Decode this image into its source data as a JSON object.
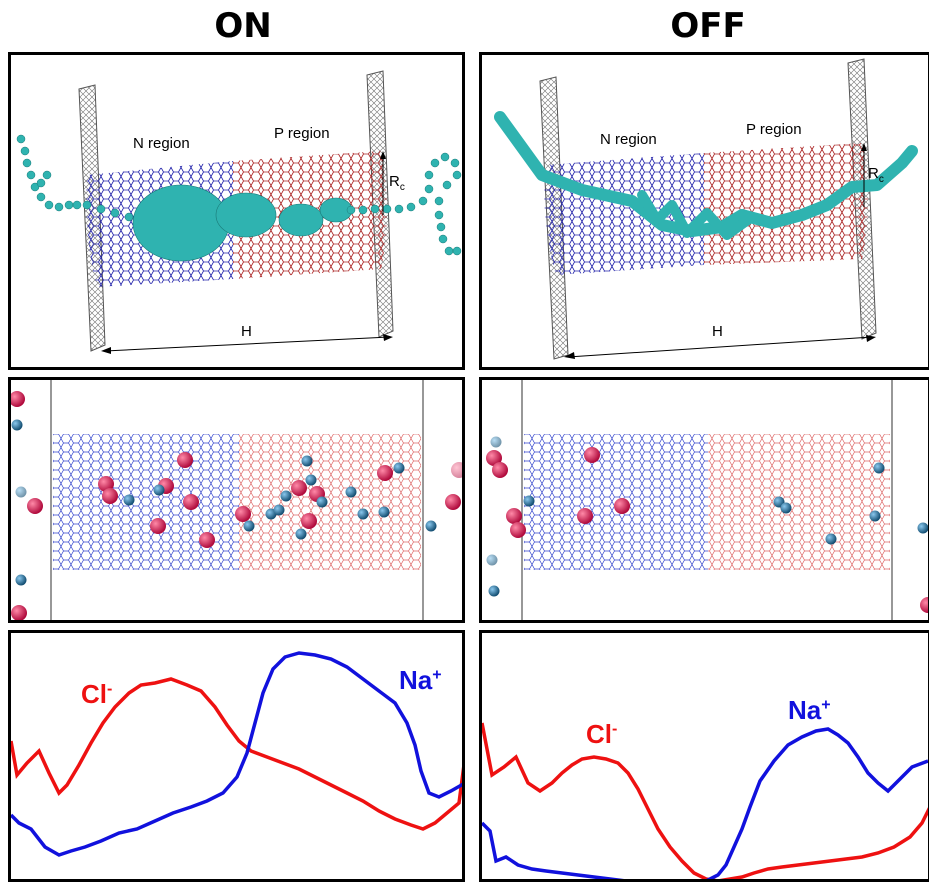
{
  "titles": {
    "left": "ON",
    "right": "OFF"
  },
  "labels": {
    "n_region": "N region",
    "p_region": "P region",
    "height": "H",
    "radius": "R",
    "radius_sub": "c"
  },
  "ions": {
    "chloride": "Cl",
    "chloride_charge": "-",
    "sodium": "Na",
    "sodium_charge": "+"
  },
  "colors": {
    "chloride": "#ee1111",
    "sodium": "#1111dd",
    "n_region": "#2222aa",
    "p_region": "#aa2222",
    "polymer": "#2fb3b0",
    "cl_ball": "#c8104a",
    "na_ball": "#1f6e9a"
  }
}
